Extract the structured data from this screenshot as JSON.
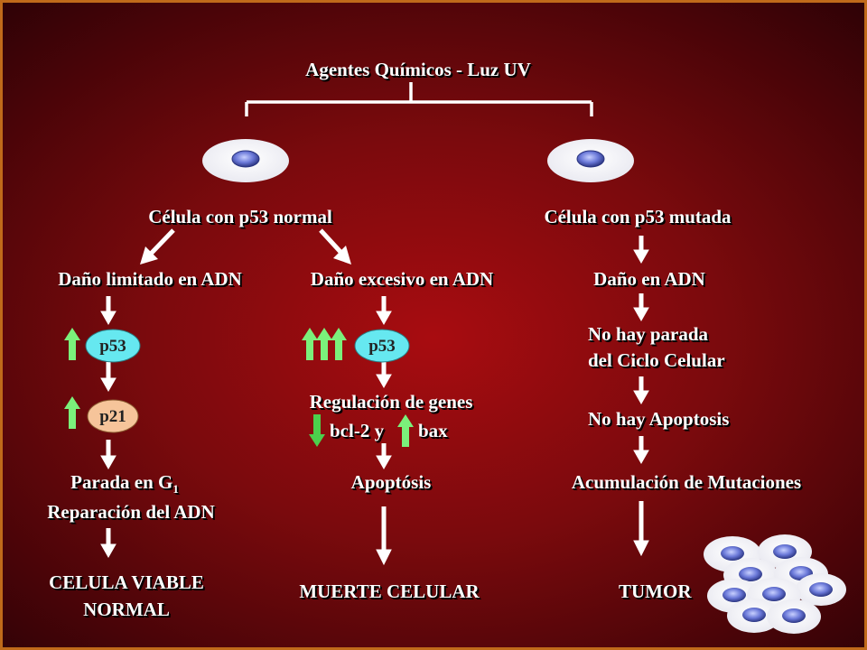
{
  "title": "Agentes Químicos - Luz UV",
  "branches": {
    "normal": "Célula con p53 normal",
    "mutated": "Célula con p53 mutada"
  },
  "left": {
    "damage": "Daño limitado en ADN",
    "p53": "p53",
    "p21": "p21",
    "arrest_prefix": "Parada en G",
    "arrest_sub": "1",
    "repair": "Reparación del ADN",
    "result_line1": "CELULA VIABLE",
    "result_line2": "NORMAL"
  },
  "middle": {
    "damage": "Daño excesivo en ADN",
    "p53": "p53",
    "regulation": "Regulación de genes",
    "bcl2": "bcl-2 y",
    "bax": "bax",
    "apoptosis": "Apoptósis",
    "result": "MUERTE CELULAR"
  },
  "right": {
    "damage": "Daño en ADN",
    "no_arrest_line1": "No hay parada",
    "no_arrest_line2": "del Ciclo Celular",
    "no_apoptosis": "No hay Apoptosis",
    "accumulation": "Acumulación de Mutaciones",
    "result": "TUMOR"
  },
  "colors": {
    "p53_fill": "#66e8f0",
    "p21_fill": "#f6c49a",
    "up_arrow": "#7bf07b",
    "down_arrow": "#4ccf4c",
    "cell_nucleus": "#6a78d8"
  }
}
